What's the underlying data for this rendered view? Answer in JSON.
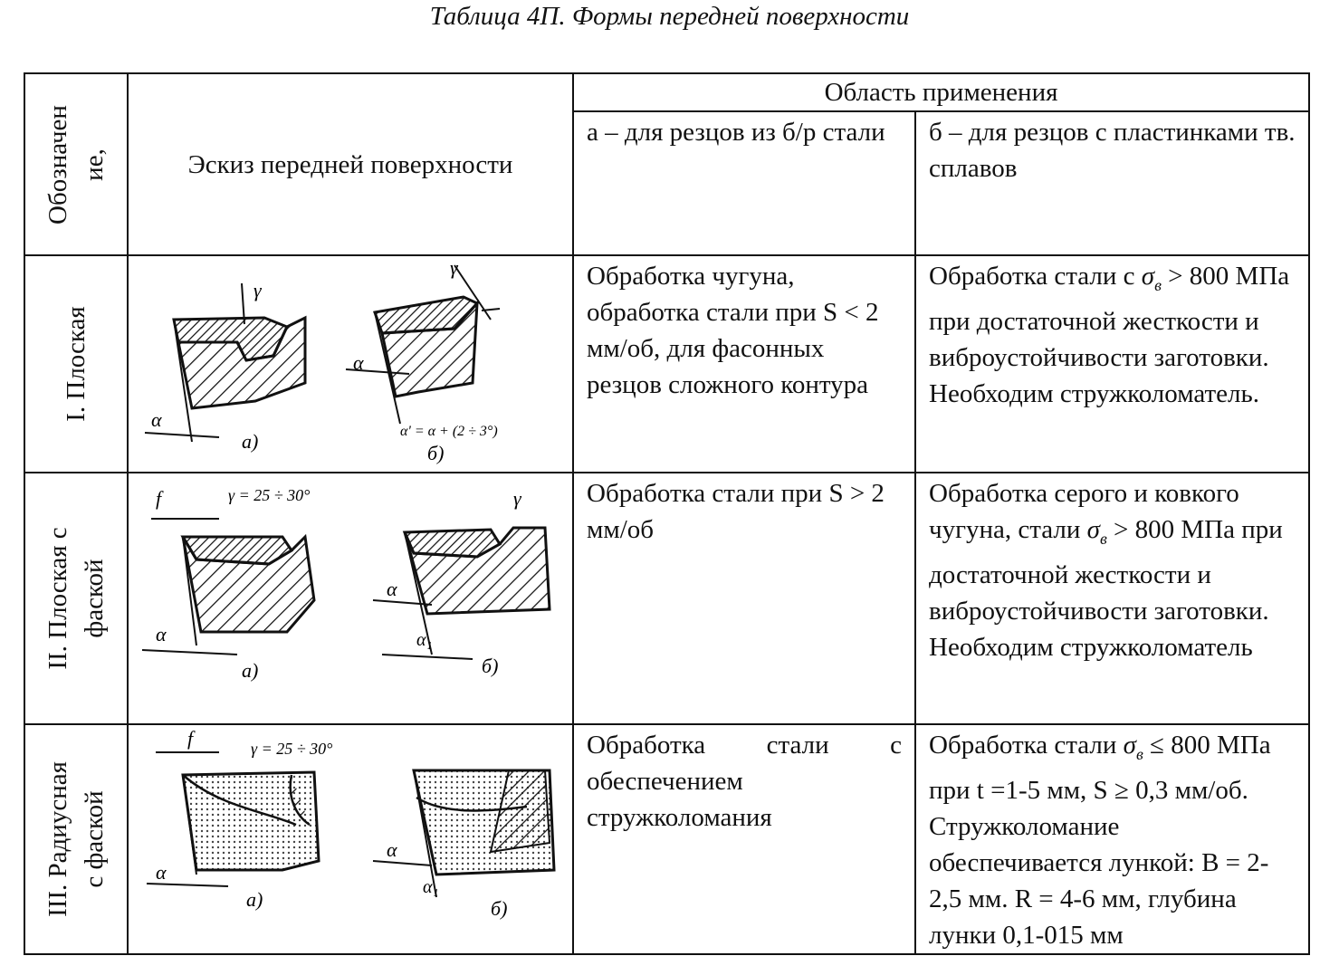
{
  "caption": "Таблица 4П. Формы передней поверхности",
  "header": {
    "designation": "Обозначение,",
    "designation_line1": "Обозначен",
    "designation_line2": "ие,",
    "sketch": "Эскиз передней поверхности",
    "application": "Область применения",
    "col_a": "а – для резцов из б/р стали",
    "col_b": "б – для резцов с пластинками тв. сплавов"
  },
  "rows": [
    {
      "name": "I. Плоская",
      "a": "Обработка чугуна, обработка стали при S < 2 мм/об, для фасонных резцов сложного контура",
      "b": "Обработка стали с σв > 800 МПа при достаточной жесткости и виброустойчивости заготовки. Необходим стружколоматель.",
      "b_pre": "Обработка стали с ",
      "b_post": " > 800 МПа при достаточной жесткости и виброустойчивости заготовки. Необходим стружколоматель.",
      "sketch_labels": {
        "gamma": "γ",
        "alpha": "α",
        "label_a": "а)",
        "label_b": "б)",
        "formula": "α' = α + (2 ÷ 3°)"
      }
    },
    {
      "name_line1": "II. Плоская с",
      "name_line2": "фаской",
      "a": "Обработка стали при S > 2 мм/об",
      "b_pre": "Обработка серого и ковкого чугуна, стали ",
      "b_post": " > 800 МПа при достаточной жесткости и виброустойчивости заготовки. Необходим стружколоматель",
      "sketch_labels": {
        "f": "f",
        "gamma": "γ",
        "gamma_range": "γ = 25 ÷ 30°",
        "alpha": "α",
        "alpha1": "α₁",
        "label_a": "а)",
        "label_b": "б)"
      }
    },
    {
      "name_line1": "III. Радиусная",
      "name_line2": "с фаской",
      "a_line1": "Обработка стали с",
      "a_rest": "обеспечением стружколомания",
      "b_pre": "Обработка стали ",
      "b_post": " ≤ 800 МПа при t =1-5 мм, S ≥ 0,3 мм/об. Стружколомание обеспечивается лункой: В = 2-2,5 мм. R = 4-6 мм, глубина лунки 0,1-015 мм",
      "sketch_labels": {
        "f": "f",
        "gamma_range": "γ = 25 ÷ 30°",
        "alpha": "α",
        "alpha1": "α₁",
        "label_a": "а)",
        "label_b": "б)"
      }
    }
  ],
  "sigma": {
    "symbol": "σ",
    "sub": "в"
  }
}
